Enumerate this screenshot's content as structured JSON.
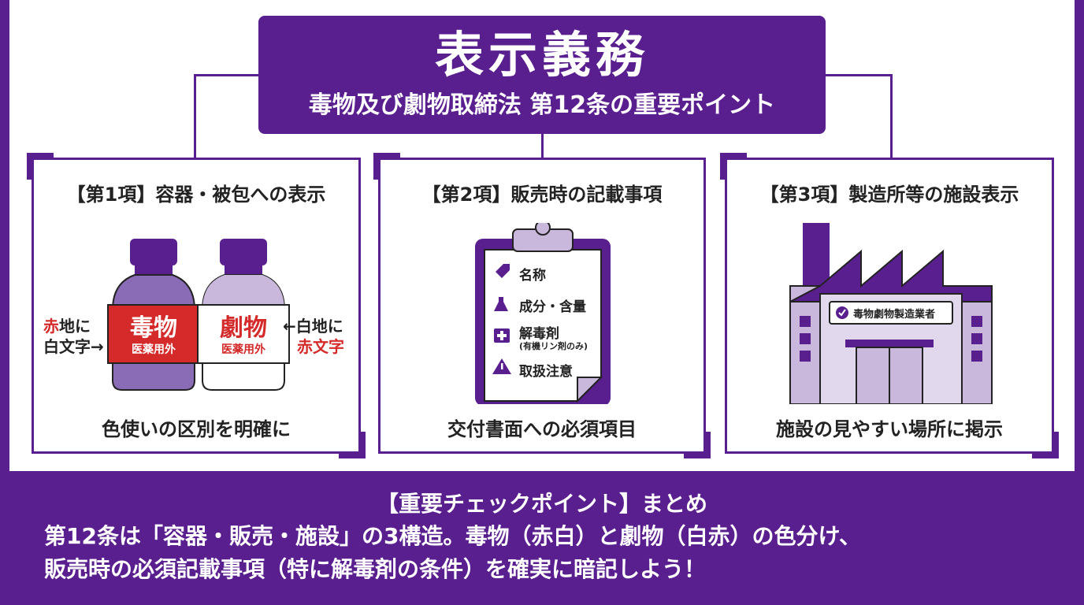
{
  "header": {
    "title": "表示義務",
    "subtitle": "毒物及び劇物取締法 第12条の重要ポイント"
  },
  "cards": [
    {
      "title": "【第1項】容器・被包への表示",
      "caption": "色使いの区別を明確に",
      "bottle_poison": {
        "name": "毒物",
        "note": "医薬用外"
      },
      "bottle_deleterious": {
        "name": "劇物",
        "note": "医薬用外"
      },
      "left_label_red": "赤",
      "left_label_rest": "地に",
      "left_label_line2": "白文字",
      "right_label_line1": "白地に",
      "right_label_line2": "赤文字"
    },
    {
      "title": "【第2項】販売時の記載事項",
      "caption": "交付書面への必須項目",
      "items": [
        "名称",
        "成分・含量",
        "解毒剤",
        "取扱注意"
      ],
      "item_note": "(有機リン剤のみ)"
    },
    {
      "title": "【第3項】製造所等の施設表示",
      "caption": "施設の見やすい場所に掲示",
      "sign": "毒物劇物製造業者"
    }
  ],
  "summary": {
    "heading": "【重要チェックポイント】まとめ",
    "line1": "第12条は「容器・販売・施設」の3構造。毒物（赤白）と劇物（白赤）の色分け、",
    "line2": "販売時の必須記載事項（特に解毒剤の条件）を確実に暗記しよう！"
  },
  "colors": {
    "accent": "#5a1f8f",
    "red": "#d42a2a",
    "light_purple": "#c9b8dc"
  }
}
